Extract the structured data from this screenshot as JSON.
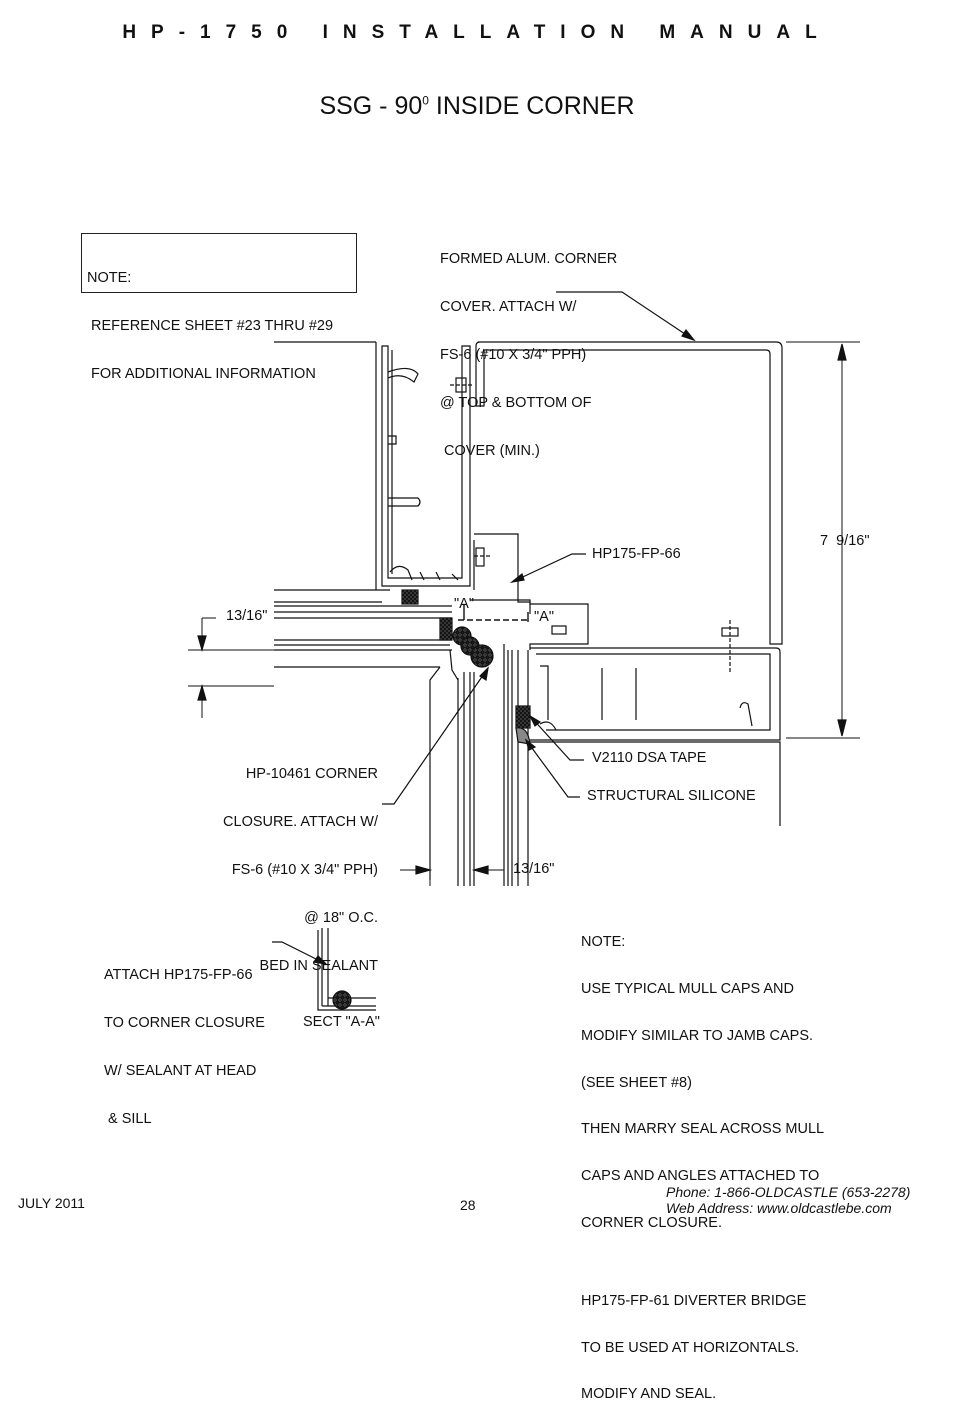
{
  "header": {
    "title": "HP-1750 INSTALLATION MANUAL"
  },
  "drawing": {
    "title_main": "SSG - 90",
    "title_sup": "0",
    "title_rest": " INSIDE CORNER"
  },
  "note_top": {
    "lines": [
      "NOTE:",
      " REFERENCE SHEET #23 THRU #29",
      " FOR ADDITIONAL INFORMATION"
    ]
  },
  "callouts": {
    "corner_cover": [
      "FORMED ALUM. CORNER",
      "COVER. ATTACH W/",
      "FS-6 (#10 X 3/4\" PPH)",
      "@ TOP & BOTTOM OF",
      " COVER (MIN.)"
    ],
    "fp66": "HP175-FP-66",
    "dim_height": "7  9/16\"",
    "dim_left": "13/16\"",
    "dim_bottom": "13/16\"",
    "section_a_left": "\"A\"",
    "section_a_right": "\"A\"",
    "corner_closure": [
      "HP-10461 CORNER",
      "CLOSURE. ATTACH W/",
      "FS-6 (#10 X 3/4\" PPH)",
      "@ 18\" O.C.",
      "BED IN SEALANT"
    ],
    "dsa_tape": "V2110 DSA TAPE",
    "silicone": "STRUCTURAL SILICONE"
  },
  "section_detail": {
    "callout": [
      "ATTACH HP175-FP-66",
      "TO CORNER CLOSURE",
      "W/ SEALANT AT HEAD",
      " & SILL"
    ],
    "label": "SECT \"A-A\""
  },
  "note_bottom": {
    "lines": [
      "NOTE:",
      "USE TYPICAL MULL CAPS AND",
      "MODIFY SIMILAR TO JAMB CAPS.",
      "(SEE SHEET #8)",
      "THEN MARRY SEAL ACROSS MULL",
      "CAPS AND ANGLES ATTACHED TO",
      "CORNER CLOSURE.",
      "",
      "HP175-FP-61 DIVERTER BRIDGE",
      "TO BE USED AT HORIZONTALS.",
      "MODIFY AND SEAL."
    ]
  },
  "footer": {
    "date": "JULY 2011",
    "page": "28",
    "phone": "Phone: 1-866-OLDCASTLE (653-2278)",
    "web": "Web Address: www.oldcastlebe.com"
  }
}
